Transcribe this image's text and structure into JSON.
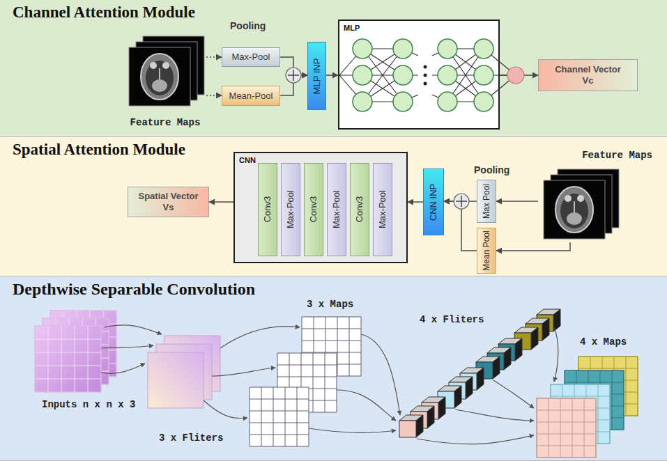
{
  "diagram": {
    "nodes": [
      {
        "text": [
          "Channel Attention Module"
        ]
      },
      {
        "text": [
          "Feature Maps"
        ],
        "in": 0
      },
      {
        "text": [
          "Max-Pool"
        ],
        "in": 0
      },
      {
        "text": [
          "Mean-Pool"
        ],
        "in": 0
      },
      {
        "text": [
          "MLP INP"
        ],
        "in": 0
      },
      {
        "text": [
          "MLP"
        ],
        "in": 0
      },
      {
        "text": [
          "Channel Vector Vc"
        ],
        "in": 0
      },
      {
        "text": [
          "Spatial Attention Module"
        ]
      },
      {
        "text": [
          "Spatial Vector Vs"
        ],
        "in": 7
      },
      {
        "text": [
          "CNN"
        ],
        "in": 7
      },
      {
        "text": [
          "Conv3"
        ],
        "in": 9
      },
      {
        "text": [
          "Max-Pool"
        ],
        "in": 9
      },
      {
        "text": [
          "Conv3"
        ],
        "in": 9
      },
      {
        "text": [
          "Max-Pool"
        ],
        "in": 9
      },
      {
        "text": [
          "Conv3"
        ],
        "in": 9
      },
      {
        "text": [
          "Max-Pool"
        ],
        "in": 9
      },
      {
        "text": [
          "CNN INP"
        ],
        "in": 7
      },
      {
        "text": [
          "Max Pool"
        ],
        "in": 7
      },
      {
        "text": [
          "Mean Pool"
        ],
        "in": 7
      },
      {
        "text": [
          "Feature Maps"
        ],
        "in": 7
      },
      {
        "text": [
          "Depthwise Separable Convolution"
        ]
      }
    ],
    "edges": [
      {
        "from": 1,
        "to": 2,
        "arrow": "to"
      },
      {
        "from": 1,
        "to": 3,
        "arrow": "to"
      },
      {
        "from": 2,
        "to": 4,
        "arrow": "to"
      },
      {
        "from": 3,
        "to": 4,
        "arrow": "to"
      },
      {
        "from": 4,
        "to": 5,
        "arrow": "to"
      },
      {
        "from": 5,
        "to": 6,
        "arrow": "to"
      },
      {
        "from": 19,
        "to": 17,
        "arrow": "to"
      },
      {
        "from": 19,
        "to": 18,
        "arrow": "to"
      },
      {
        "from": 17,
        "to": 16,
        "arrow": "to"
      },
      {
        "from": 18,
        "to": 16,
        "arrow": "to"
      },
      {
        "from": 16,
        "to": 9,
        "arrow": "to"
      },
      {
        "from": 9,
        "to": 8,
        "arrow": "to"
      }
    ],
    "labels": [
      "Pooling",
      "Pooling",
      "Inputs n x n x 3",
      "3 x Fliters",
      "3 x Maps",
      "4 x Fliters",
      "4 x Maps"
    ]
  }
}
